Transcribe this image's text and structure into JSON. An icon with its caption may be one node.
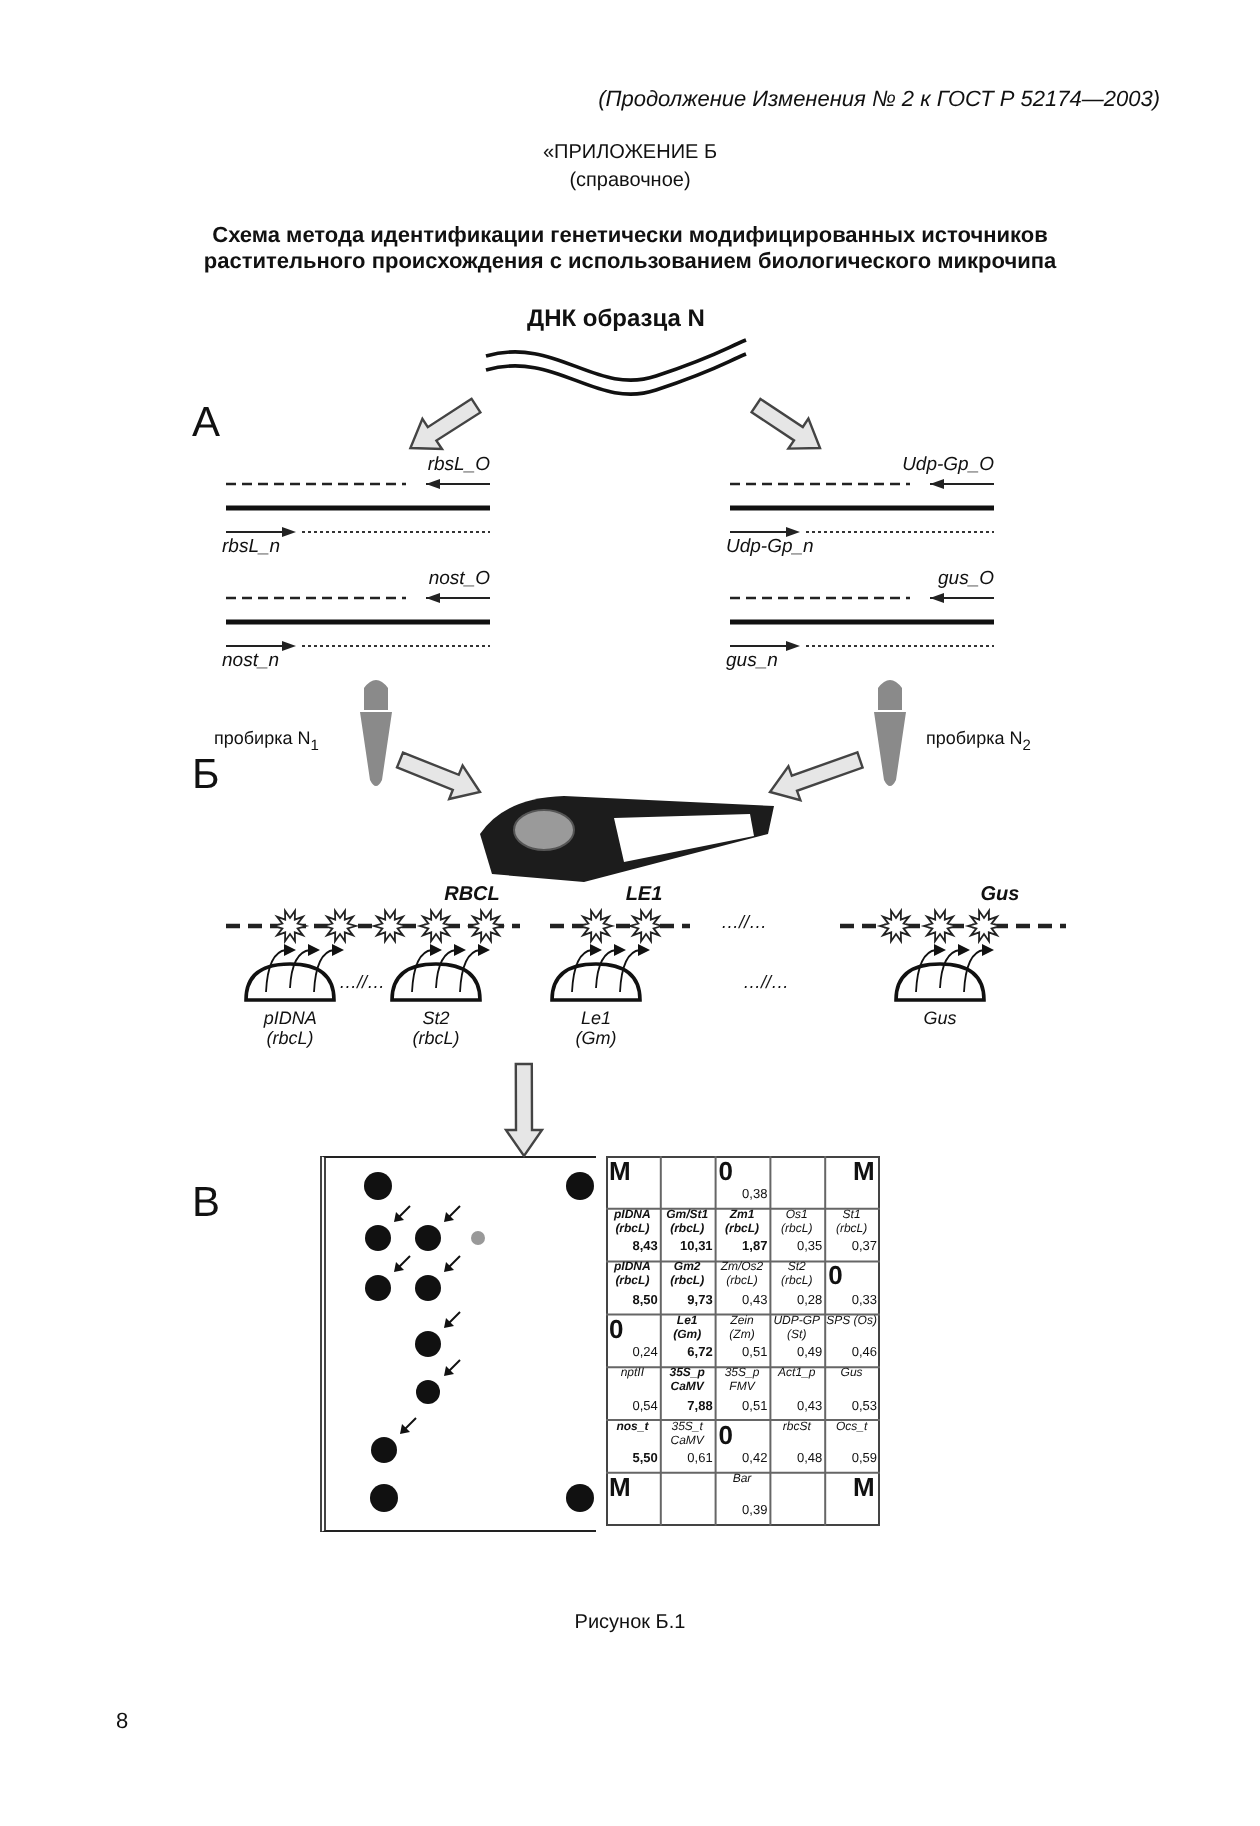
{
  "diagram": {
    "title": "Схема метода идентификации генетически модифицированных источников растительного происхождения с использованием биологического микрочипа",
    "caption": "Рисунок Б.1",
    "nodes": [
      {
        "text": [
          "ДНК образца N"
        ]
      },
      {
        "text": [
          "rbsL_O",
          "rbsL_n",
          "nost_O",
          "nost_n"
        ]
      },
      {
        "text": [
          "Udp-Gp_O",
          "Udp-Gp_n",
          "gus_O",
          "gus_n"
        ]
      },
      {
        "text": [
          "пробирка N$_{1}$"
        ]
      },
      {
        "text": [
          "пробирка N$_{2}$"
        ]
      },
      {
        "text": [],
        "shape": "picture"
      },
      {
        "text": [
          "RBCL",
          "LE1",
          "Gus",
          "…//…",
          "…//…",
          "…//…",
          "pIDNA (rbcL)",
          "St2 (rbcL)",
          "Le1 (Gm)",
          "Gus"
        ]
      },
      {
        "text": [],
        "shape": "picture"
      }
    ],
    "edges": [
      {
        "from": 0,
        "to": 1,
        "arrow": "to"
      },
      {
        "from": 0,
        "to": 2,
        "arrow": "to"
      },
      {
        "from": 3,
        "to": 5,
        "arrow": "to"
      },
      {
        "from": 4,
        "to": 5,
        "arrow": "to"
      },
      {
        "from": 6,
        "to": 7,
        "arrow": "to"
      }
    ],
    "labels": [
      "(Продолжение Изменения № 2 к ГОСТ Р 52174—2003)",
      "«ПРИЛОЖЕНИЕ Б",
      "(справочное)",
      "А",
      "Б",
      "В",
      "M",
      "0",
      "0,38",
      "M",
      "pIDNA (rbcL)",
      "8,43",
      "Gm/St1 (rbcL)",
      "10,31",
      "Zm1 (rbcL)",
      "1,87",
      "Os1 (rbcL)",
      "0,35",
      "St1 (rbcL)",
      "0,37",
      "pIDNA (rbcL)",
      "8,50",
      "Gm2 (rbcL)",
      "9,73",
      "Zm/Os2 (rbcL)",
      "0,43",
      "St2 (rbcL)",
      "0,28",
      "0",
      "0,33",
      "0",
      "0,24",
      "Le1 (Gm)",
      "6,72",
      "Zein (Zm)",
      "0,51",
      "UDP-GP (St)",
      "0,49",
      "SPS (Os)",
      "0,46",
      "nptII",
      "0,54",
      "35S_p CaMV",
      "7,88",
      "35S_p FMV",
      "0,51",
      "Act1_p",
      "0,43",
      "Gus",
      "0,53",
      "nos_t",
      "5,50",
      "35S_t CaMV",
      "0,61",
      "0",
      "0,42",
      "rbcSt",
      "0,48",
      "Ocs_t",
      "0,59",
      "M",
      "Bar",
      "0,39",
      "M",
      "8"
    ]
  }
}
